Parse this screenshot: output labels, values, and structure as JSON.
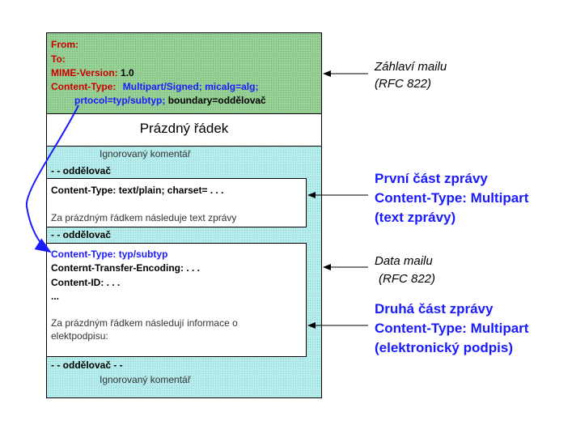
{
  "header": {
    "from": "From:",
    "to": "To:",
    "mime_label": "MIME-Version:",
    "mime_value": "1.0",
    "ct_label": "Content-Type:",
    "ct_value": "Multipart/Signed; micalg=alg;",
    "protocol": "prtocol=typ/subtyp;",
    "boundary": "boundary=oddělovač"
  },
  "blank_line": "Prázdný řádek",
  "body": {
    "comment_top": "Ignorovaný komentář",
    "sep1": "- - oddělovač",
    "part1": {
      "ct": "Content-Type: text/plain; charset= . . .",
      "text": "Za prázdným řádkem následuje text zprávy"
    },
    "sep2": "- - oddělovač",
    "part2": {
      "ct": "Content-Type: typ/subtyp",
      "enc": "Conternt-Transfer-Encoding: . . .",
      "id": "Content-ID: . . .",
      "dots": "...",
      "text1": "Za prázdným řádkem následují informace o",
      "text2": "elektpodpisu:"
    },
    "sep_end": "- - oddělovač - -",
    "comment_bottom": "Ignorovaný komentář"
  },
  "labels": {
    "header_line1": "Záhlaví mailu",
    "header_line2": "(RFC 822)",
    "part1_line1": "První část zprávy",
    "part1_line2": "Content-Type: Multipart",
    "part1_line3": "(text zprávy)",
    "data_line1": "Data mailu",
    "data_line2": "(RFC 822)",
    "part2_line1": "Druhá část zprávy",
    "part2_line2": "Content-Type: Multipart",
    "part2_line3": "(elektronický podpis)"
  },
  "colors": {
    "header_bg": "#97d196",
    "body_bg": "#b7ecec",
    "header_red": "#cc0000",
    "accent_blue": "#1a1aff"
  }
}
